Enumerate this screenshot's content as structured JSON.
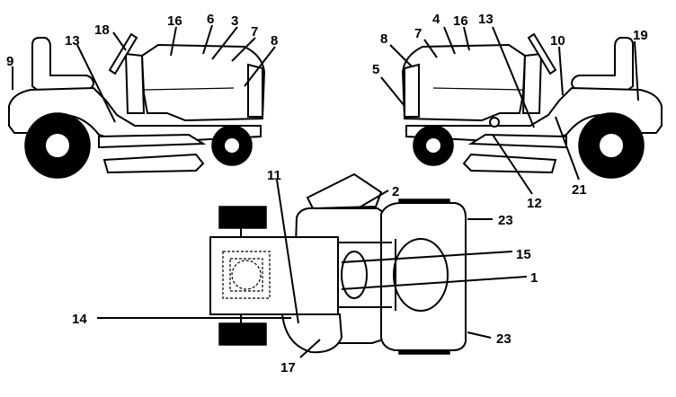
{
  "diagram": {
    "callouts": {
      "left_view": [
        "9",
        "13",
        "18",
        "16",
        "6",
        "3",
        "7",
        "8"
      ],
      "right_view": [
        "8",
        "7",
        "4",
        "16",
        "13",
        "10",
        "19",
        "5",
        "12",
        "21"
      ],
      "top_view": [
        "11",
        "2",
        "23",
        "15",
        "1",
        "14",
        "23",
        "17"
      ]
    }
  }
}
